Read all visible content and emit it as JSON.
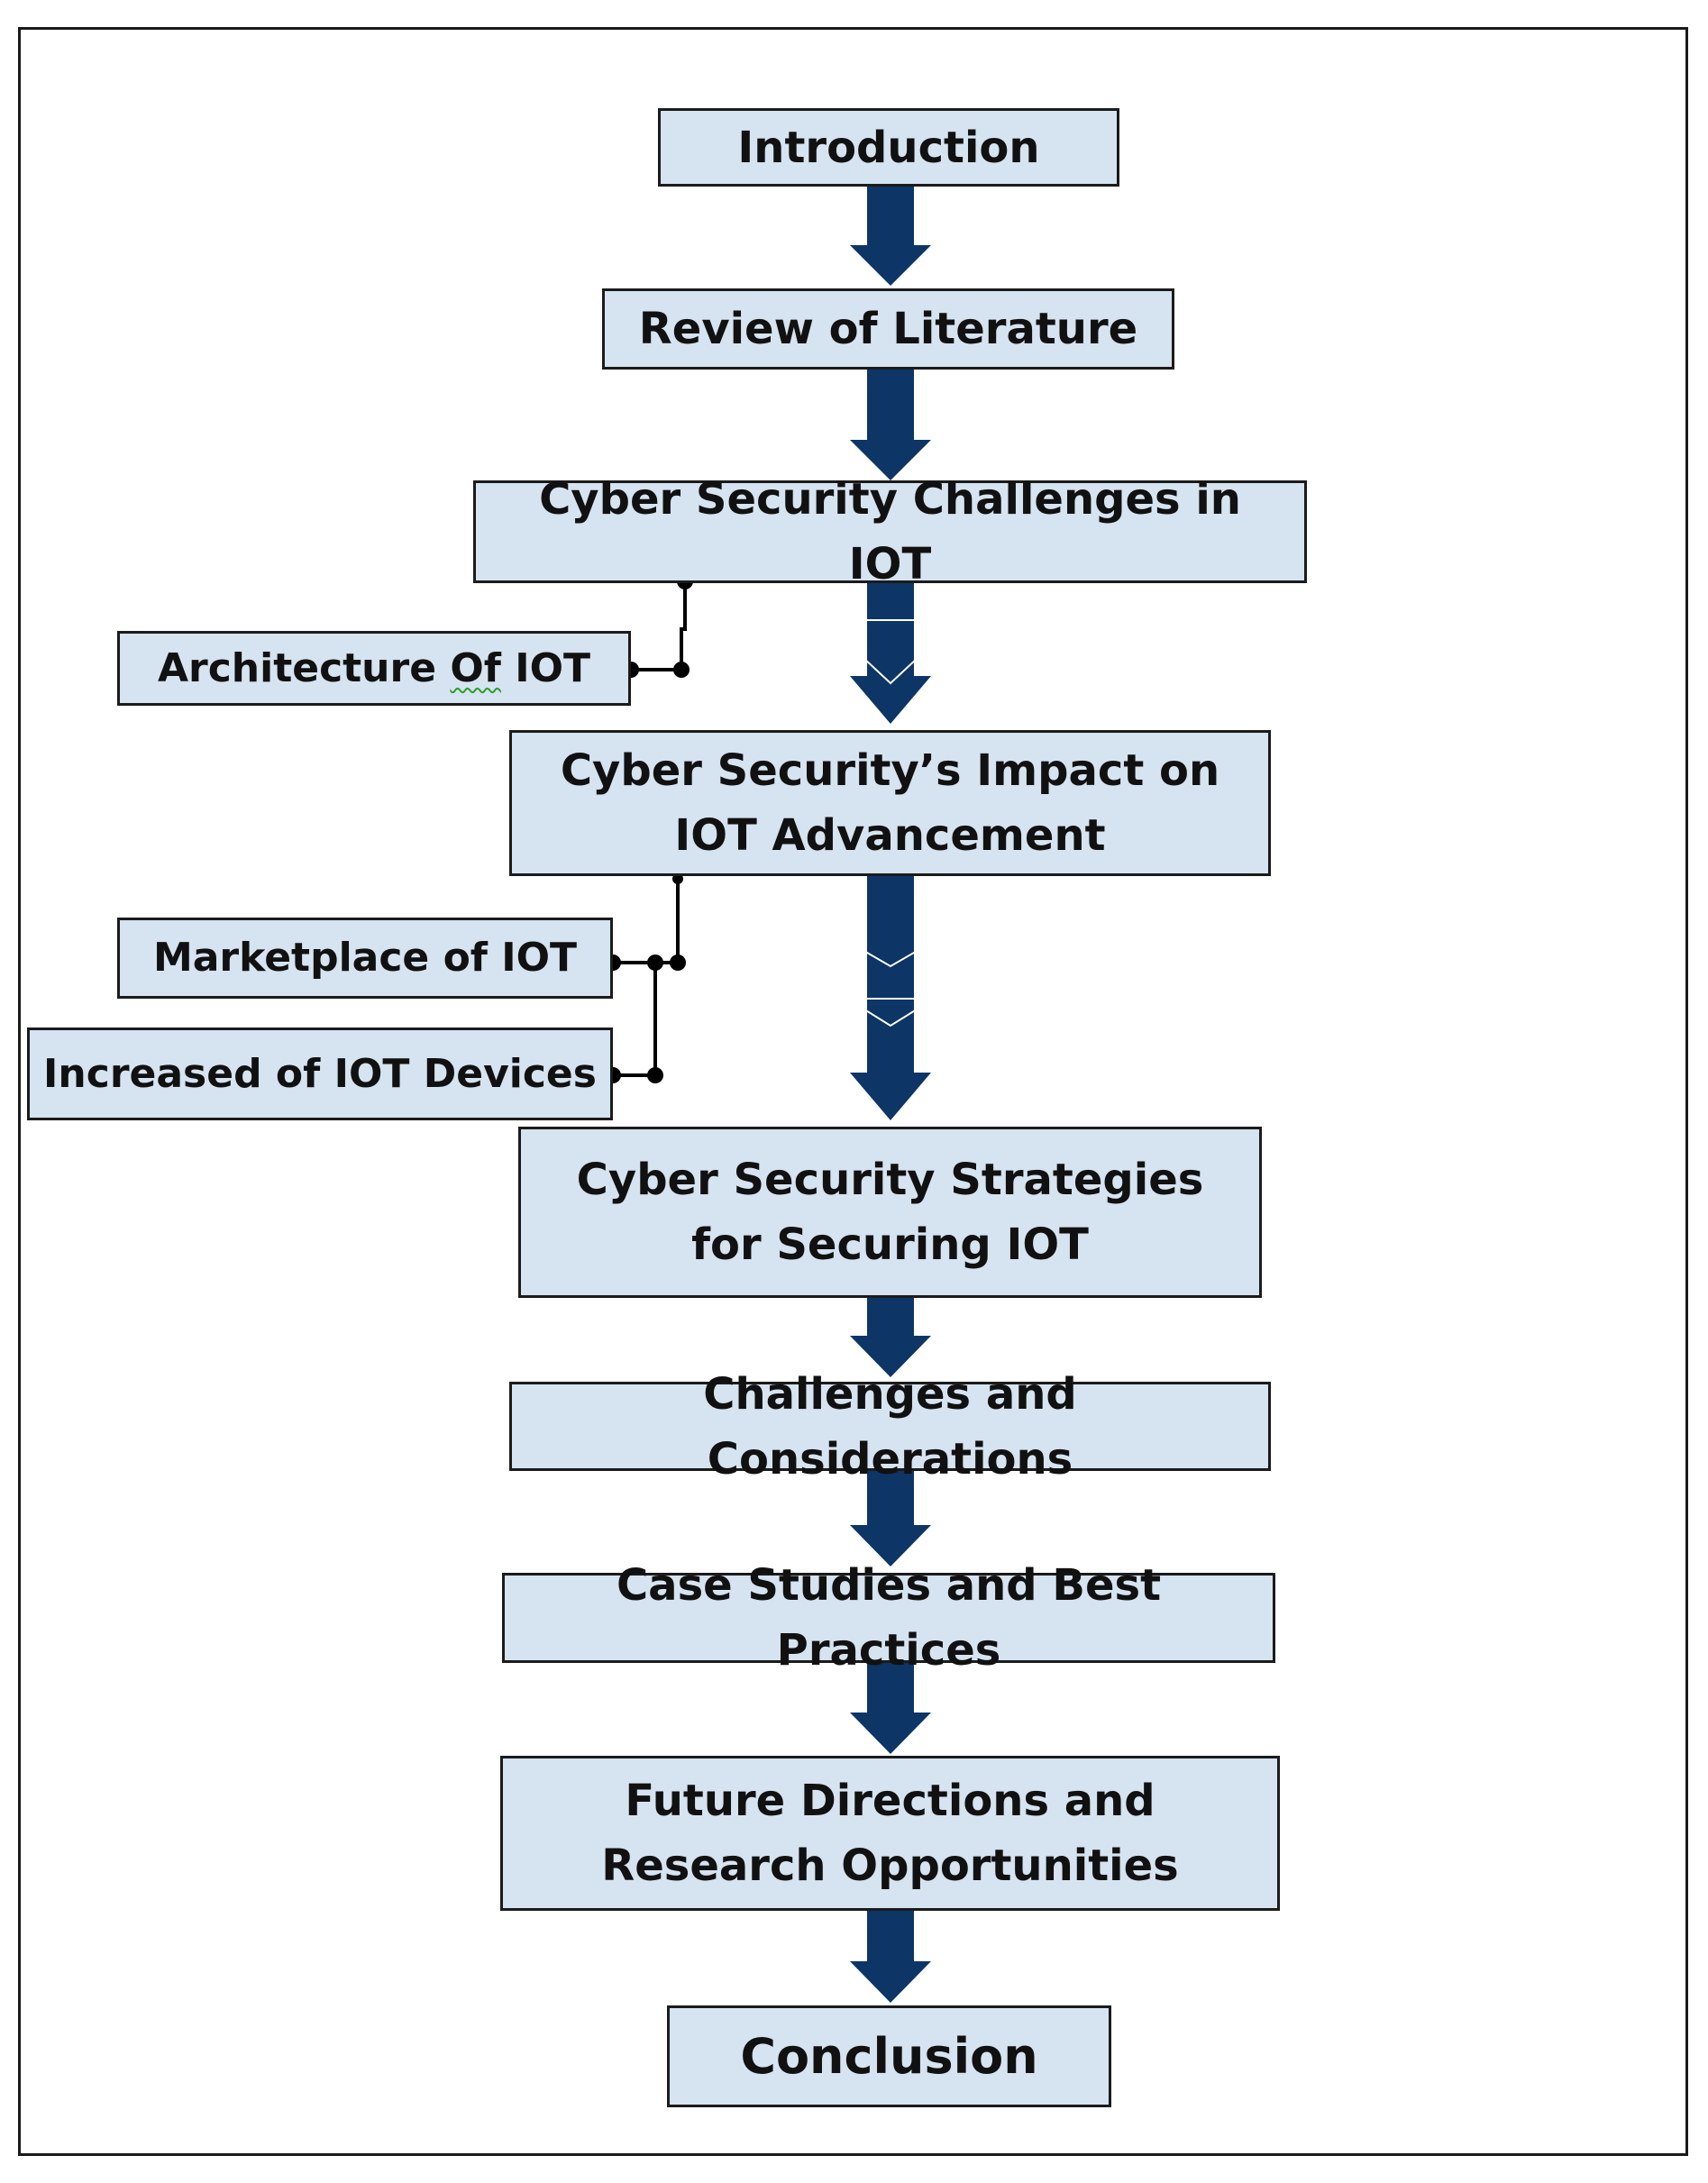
{
  "steps": [
    {
      "label": "Introduction"
    },
    {
      "label": "Review of Literature"
    },
    {
      "label": "Cyber Security Challenges in IOT"
    },
    {
      "label": "Cyber Security’s Impact on IOT Advancement"
    },
    {
      "label": "Cyber Security Strategies for Securing IOT"
    },
    {
      "label": "Challenges and Considerations"
    },
    {
      "label": "Case Studies and Best Practices"
    },
    {
      "label": "Future Directions and Research Opportunities"
    },
    {
      "label": "Conclusion"
    }
  ],
  "branches": [
    {
      "label_before": "Architecture ",
      "label_word": "Of",
      "label_after": " IOT",
      "parent": "Cyber Security Challenges in IOT"
    },
    {
      "label": "Marketplace of IOT",
      "parent": "Cyber Security’s Impact on IOT Advancement"
    },
    {
      "label": "Increased of IOT Devices",
      "parent": "Cyber Security’s Impact on IOT Advancement"
    }
  ],
  "colors": {
    "box_fill": "#d6e3f0",
    "box_border": "#1b1b1b",
    "arrow": "#0d3566",
    "connector": "#000000"
  }
}
